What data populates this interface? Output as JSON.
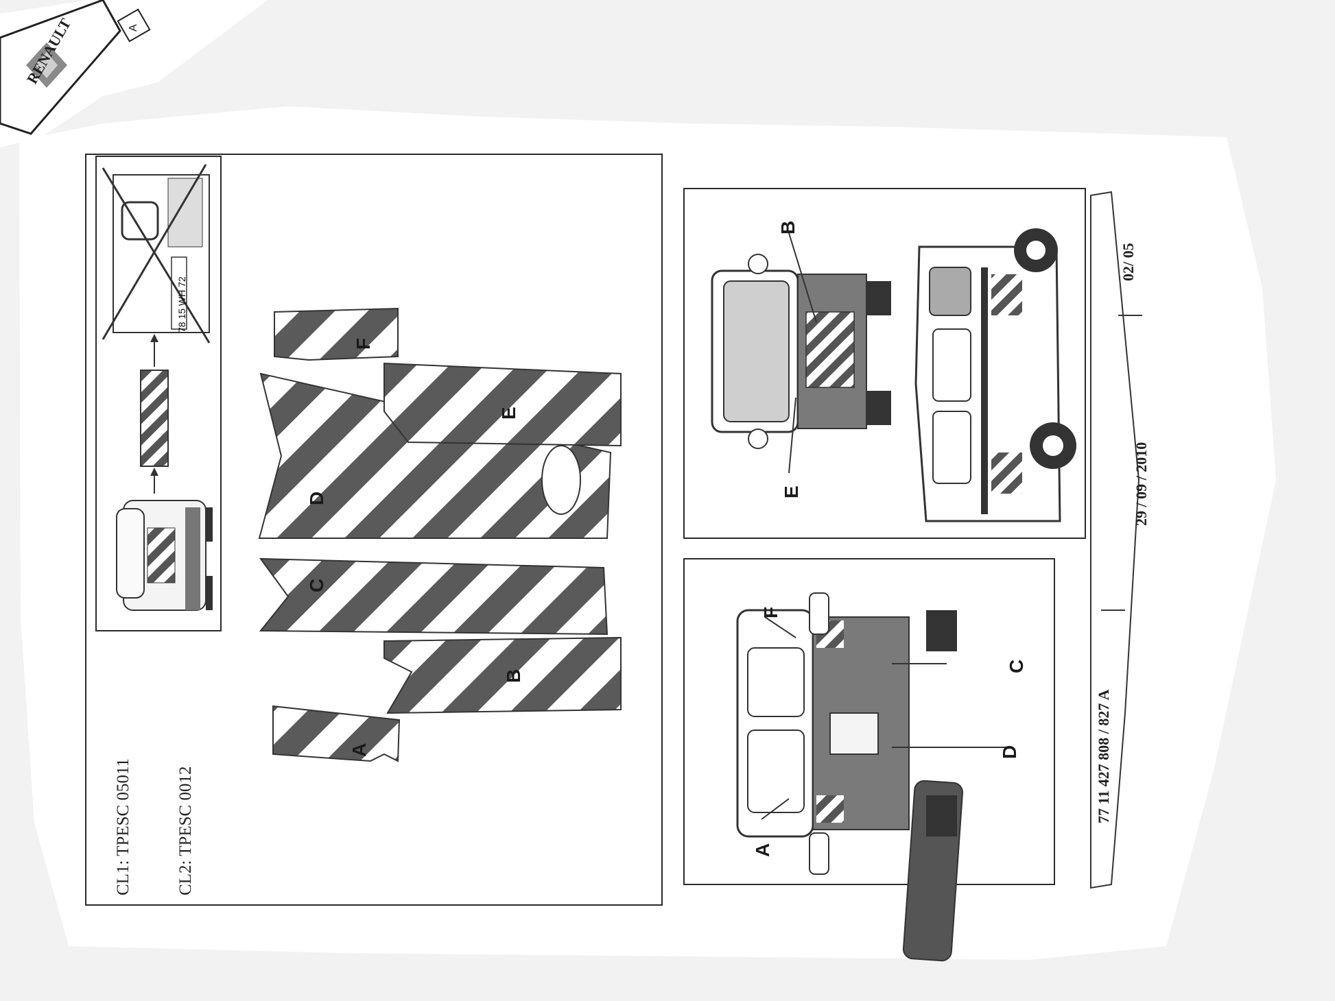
{
  "header_sheet": {
    "brand": "RENAULT",
    "box_letter": "A"
  },
  "codes": {
    "cl1": "CL1: TPESC 05011",
    "cl2": "CL2: TPESC 0012"
  },
  "plate": "78 15 WH 72",
  "parts": [
    "A",
    "B",
    "C",
    "D",
    "E",
    "F"
  ],
  "callouts": {
    "rear_view": [
      "A",
      "F",
      "C",
      "D"
    ],
    "front_view": [
      "B",
      "E"
    ]
  },
  "footer": {
    "part_number": "77 11 427 808 / 827 A",
    "date": "29 / 09 / 2010",
    "page": "02/ 05"
  },
  "colors": {
    "paper": "#ffffff",
    "background": "#f2f2f2",
    "stripe": "#5a5a5a",
    "line": "#2a2a2a"
  }
}
